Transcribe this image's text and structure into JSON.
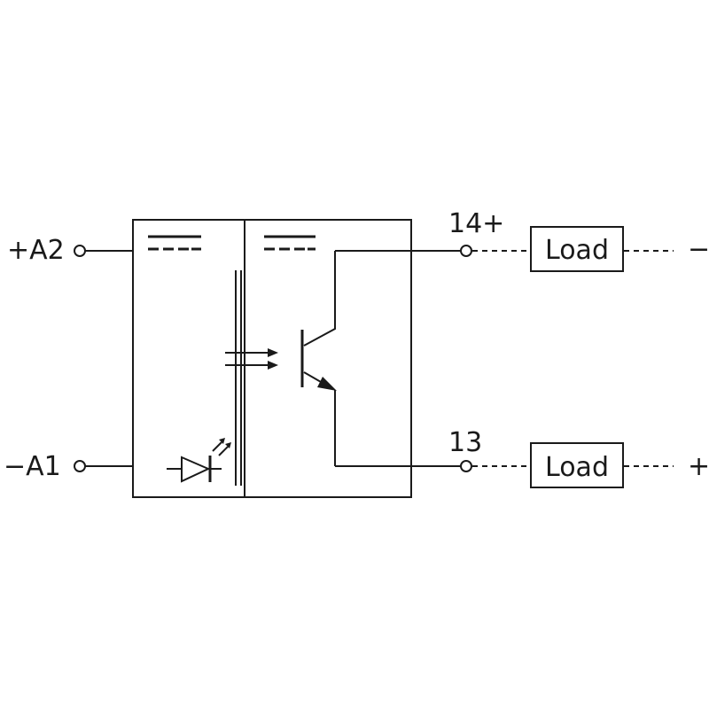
{
  "terminals": {
    "a2": "+A2",
    "a1": "−A1",
    "t14": "14+",
    "t13": "13"
  },
  "loads": {
    "top": "Load",
    "bottom": "Load"
  },
  "supply": {
    "top": "−",
    "bottom": "+"
  }
}
